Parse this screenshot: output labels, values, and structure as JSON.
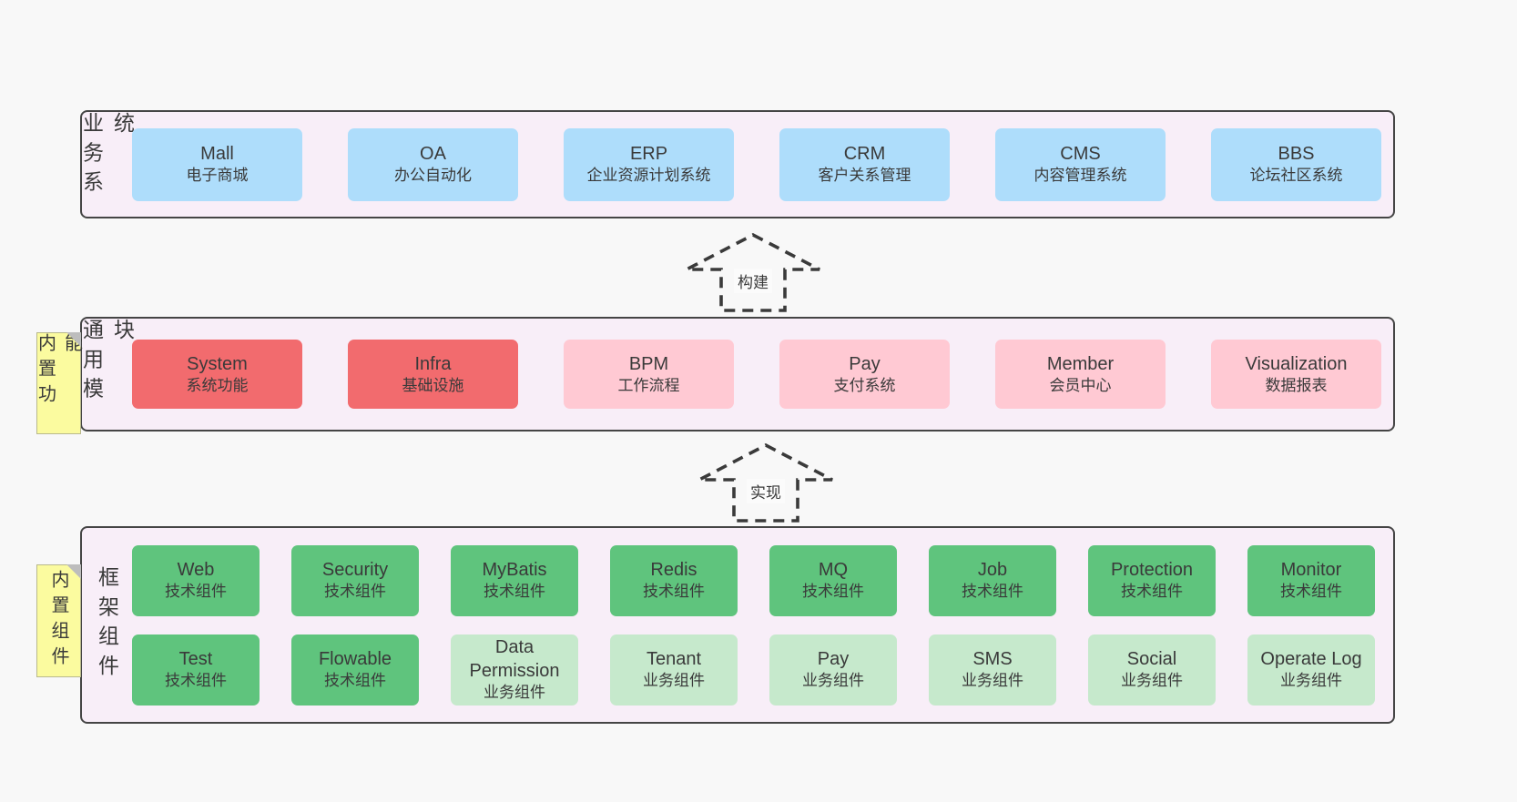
{
  "colors": {
    "page-bg": "#f8f8f8",
    "panel-bg": "#f8eef8",
    "panel-border": "#454545",
    "text": "#3a3a3a",
    "blue": "#aeddfb",
    "red": "#f26b6e",
    "pink": "#ffc9d3",
    "green": "#5fc47d",
    "light-green": "#c6e9cc",
    "sticky-bg": "#fbfb9f",
    "sticky-border": "#b9b98d",
    "fold-gray": "#bdbdbd",
    "arrow-stroke": "#3a3a3a",
    "label-bg": "#fbfbfb"
  },
  "arrows": [
    {
      "label": "构建"
    },
    {
      "label": "实现"
    }
  ],
  "panels": [
    {
      "id": "business-systems",
      "side_label": "业务系统",
      "rows": [
        [
          {
            "en": "Mall",
            "cn": "电子商城",
            "type": "blue"
          },
          {
            "en": "OA",
            "cn": "办公自动化",
            "type": "blue"
          },
          {
            "en": "ERP",
            "cn": "企业资源计划系统",
            "type": "blue"
          },
          {
            "en": "CRM",
            "cn": "客户关系管理",
            "type": "blue"
          },
          {
            "en": "CMS",
            "cn": "内容管理系统",
            "type": "blue"
          },
          {
            "en": "BBS",
            "cn": "论坛社区系统",
            "type": "blue"
          }
        ]
      ]
    },
    {
      "id": "common-modules",
      "side_label": "通用模块",
      "sticky": "内置功能",
      "rows": [
        [
          {
            "en": "System",
            "cn": "系统功能",
            "type": "red"
          },
          {
            "en": "Infra",
            "cn": "基础设施",
            "type": "red"
          },
          {
            "en": "BPM",
            "cn": "工作流程",
            "type": "pink"
          },
          {
            "en": "Pay",
            "cn": "支付系统",
            "type": "pink"
          },
          {
            "en": "Member",
            "cn": "会员中心",
            "type": "pink"
          },
          {
            "en": "Visualization",
            "cn": "数据报表",
            "type": "pink"
          }
        ]
      ]
    },
    {
      "id": "framework-components",
      "side_label": "框架组件",
      "sticky": "内置组件",
      "rows": [
        [
          {
            "en": "Web",
            "cn": "技术组件",
            "type": "green"
          },
          {
            "en": "Security",
            "cn": "技术组件",
            "type": "green"
          },
          {
            "en": "MyBatis",
            "cn": "技术组件",
            "type": "green"
          },
          {
            "en": "Redis",
            "cn": "技术组件",
            "type": "green"
          },
          {
            "en": "MQ",
            "cn": "技术组件",
            "type": "green"
          },
          {
            "en": "Job",
            "cn": "技术组件",
            "type": "green"
          },
          {
            "en": "Protection",
            "cn": "技术组件",
            "type": "green"
          },
          {
            "en": "Monitor",
            "cn": "技术组件",
            "type": "green"
          }
        ],
        [
          {
            "en": "Test",
            "cn": "技术组件",
            "type": "green"
          },
          {
            "en": "Flowable",
            "cn": "技术组件",
            "type": "green"
          },
          {
            "en": "Data Permission",
            "cn": "业务组件",
            "type": "light-green"
          },
          {
            "en": "Tenant",
            "cn": "业务组件",
            "type": "light-green"
          },
          {
            "en": "Pay",
            "cn": "业务组件",
            "type": "light-green"
          },
          {
            "en": "SMS",
            "cn": "业务组件",
            "type": "light-green"
          },
          {
            "en": "Social",
            "cn": "业务组件",
            "type": "light-green"
          },
          {
            "en": "Operate Log",
            "cn": "业务组件",
            "type": "light-green"
          }
        ]
      ]
    }
  ]
}
